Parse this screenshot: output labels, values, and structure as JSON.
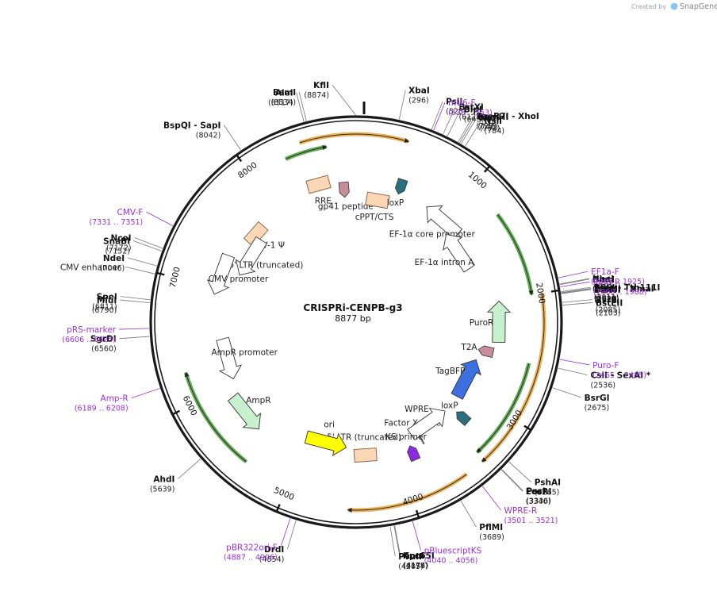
{
  "header": {
    "credit_prefix": "Created by",
    "credit_brand": "SnapGene"
  },
  "plasmid": {
    "name": "CRISPRi-CENPB-g3",
    "length_label": "8877 bp",
    "length": 8877
  },
  "scale_ticks": [
    {
      "label": "1000",
      "bp": 1000
    },
    {
      "label": "2000",
      "bp": 2000
    },
    {
      "label": "3000",
      "bp": 3000
    },
    {
      "label": "4000",
      "bp": 4000
    },
    {
      "label": "5000",
      "bp": 5000
    },
    {
      "label": "6000",
      "bp": 6000
    },
    {
      "label": "7000",
      "bp": 7000
    },
    {
      "label": "8000",
      "bp": 8000
    }
  ],
  "sites": [
    {
      "name": "KflI",
      "pos": "(8874)",
      "bp": 8874,
      "side": "left"
    },
    {
      "name": "XbaI",
      "pos": "(296)",
      "bp": 296,
      "side": "right"
    },
    {
      "name": "BsmI",
      "pos": "(8534)",
      "bp": 8534,
      "side": "left"
    },
    {
      "name": "AleI",
      "pos": "(8517)",
      "bp": 8517,
      "side": "left"
    },
    {
      "name": "PsiI",
      "pos": "(528)",
      "bp": 528,
      "side": "right"
    },
    {
      "name": "BspQI  - SapI",
      "pos": "(8042)",
      "bp": 8042,
      "side": "left"
    },
    {
      "name": "BstXI",
      "pos": "(612)",
      "bp": 612,
      "side": "right"
    },
    {
      "name": "BlpI",
      "pos": "(645)",
      "bp": 645,
      "side": "right"
    },
    {
      "name": "PaeR7I  - XhoI",
      "pos": "(729)",
      "bp": 729,
      "side": "right"
    },
    {
      "name": "BamHI",
      "pos": "(740)",
      "bp": 740,
      "side": "right"
    },
    {
      "name": "NotI",
      "pos": "(752)",
      "bp": 752,
      "side": "right"
    },
    {
      "name": "NsiI",
      "pos": "(784)",
      "bp": 784,
      "side": "right"
    },
    {
      "name": "NcoI",
      "pos": "(7172)",
      "bp": 7172,
      "side": "left"
    },
    {
      "name": "SnaBI",
      "pos": "(7152)",
      "bp": 7152,
      "side": "left"
    },
    {
      "name": "NdeI",
      "pos": "(7046)",
      "bp": 7046,
      "side": "left"
    },
    {
      "name": "NheI",
      "pos": "(1958)",
      "bp": 1958,
      "side": "right"
    },
    {
      "name": "BmtI",
      "pos": "(1962)",
      "bp": 1962,
      "side": "right"
    },
    {
      "name": "PflFI  - Tth111I",
      "pos": "(2011)",
      "bp": 2011,
      "side": "right"
    },
    {
      "name": "TspMI  - XmaI",
      "pos": "(2018)",
      "bp": 2018,
      "side": "right"
    },
    {
      "name": "SmaI",
      "pos": "(2020)",
      "bp": 2020,
      "side": "right"
    },
    {
      "name": "BsiWI",
      "pos": "(2025)",
      "bp": 2025,
      "side": "right"
    },
    {
      "name": "RsrII",
      "pos": "(2085)",
      "bp": 2085,
      "side": "right"
    },
    {
      "name": "BstEII",
      "pos": "(2103)",
      "bp": 2103,
      "side": "right"
    },
    {
      "name": "SpeI",
      "pos": "(6811)",
      "bp": 6811,
      "side": "left"
    },
    {
      "name": "MluI",
      "pos": "(6790)",
      "bp": 6790,
      "side": "left"
    },
    {
      "name": "SgrDI",
      "pos": "(6560)",
      "bp": 6560,
      "side": "left"
    },
    {
      "name": "CsiI  - SexAI *",
      "pos": "(2536)",
      "bp": 2536,
      "side": "right"
    },
    {
      "name": "BsrGI",
      "pos": "(2675)",
      "bp": 2675,
      "side": "right"
    },
    {
      "name": "AhdI",
      "pos": "(5639)",
      "bp": 5639,
      "side": "left"
    },
    {
      "name": "PshAI",
      "pos": "(3265)",
      "bp": 3265,
      "side": "right"
    },
    {
      "name": "PacI",
      "pos": "(3336)",
      "bp": 3336,
      "side": "right"
    },
    {
      "name": "EcoRI",
      "pos": "(3340)",
      "bp": 3340,
      "side": "right"
    },
    {
      "name": "PflMI",
      "pos": "(3689)",
      "bp": 3689,
      "side": "right"
    },
    {
      "name": "Acc65I",
      "pos": "(4174)",
      "bp": 4174,
      "side": "right"
    },
    {
      "name": "KpnI",
      "pos": "(4178)",
      "bp": 4178,
      "side": "right"
    },
    {
      "name": "PvuII",
      "pos": "(4205)",
      "bp": 4205,
      "side": "right"
    },
    {
      "name": "DrdI",
      "pos": "(4854)",
      "bp": 4854,
      "side": "left"
    }
  ],
  "primers": [
    {
      "name": "mU6-F",
      "pos": "(533 .. 553)",
      "bp": 543,
      "side": "right"
    },
    {
      "name": "EF1a-F",
      "pos": "(1905 .. 1925)",
      "bp": 1915,
      "side": "right"
    },
    {
      "name": "Puro-R",
      "pos": "(1969 .. 1988)",
      "bp": 1978,
      "side": "right"
    },
    {
      "name": "Puro-F",
      "pos": "(2465 .. 2485)",
      "bp": 2475,
      "side": "right"
    },
    {
      "name": "WPRE-R",
      "pos": "(3501 .. 3521)",
      "bp": 3511,
      "side": "right"
    },
    {
      "name": "pBluescriptKS",
      "pos": "(4040 .. 4056)",
      "bp": 4048,
      "side": "right"
    },
    {
      "name": "pBR322ori-F",
      "pos": "(4887 .. 4906)",
      "bp": 4896,
      "side": "left"
    },
    {
      "name": "Amp-R",
      "pos": "(6189 .. 6208)",
      "bp": 6198,
      "side": "left"
    },
    {
      "name": "pRS-marker",
      "pos": "(6606 .. 6625)",
      "bp": 6615,
      "side": "left"
    },
    {
      "name": "CMV-F",
      "pos": "(7331 .. 7351)",
      "bp": 7341,
      "side": "left"
    }
  ],
  "boxed_labels": [
    {
      "name": "CMV enhancer",
      "bp": 6990
    }
  ],
  "features": [
    {
      "name": "RRE",
      "kind": "box",
      "color": "#fbd7b5",
      "bp": 8500
    },
    {
      "name": "gp41 peptide",
      "kind": "pentagon",
      "color": "#c98c9a",
      "bp": 8750
    },
    {
      "name": "cPPT/CTS",
      "kind": "box",
      "color": "#fbd7b5",
      "bp": 245
    },
    {
      "name": "loxP",
      "kind": "pentagon",
      "color": "#2a6f7f",
      "bp": 450
    },
    {
      "name": "HIV-1 Ψ",
      "kind": "box",
      "color": "#fbd7b5",
      "bp": 7675
    },
    {
      "name": "5' LTR (truncated)",
      "kind": "arrow",
      "color": "#ffffff",
      "bp": 7450
    },
    {
      "name": "CMV promoter",
      "kind": "arrow",
      "color": "#ffffff",
      "bp": 7150
    },
    {
      "name": "EF-1α core promoter",
      "kind": "arrow",
      "color": "#ffffff",
      "bp": 1010
    },
    {
      "name": "EF-1α intron A",
      "kind": "arrow",
      "color": "#ffffff",
      "bp": 1380
    },
    {
      "name": "PuroR",
      "kind": "arrow",
      "color": "#c7f0cf",
      "bp": 2230
    },
    {
      "name": "T2A",
      "kind": "pentagon",
      "color": "#c98c9a",
      "bp": 2530
    },
    {
      "name": "TagBFP",
      "kind": "arrow",
      "color": "#3d6fe0",
      "bp": 2900
    },
    {
      "name": "loxP",
      "kind": "pentagon",
      "color": "#2a6f7f",
      "bp": 3250
    },
    {
      "name": "Factor Xa site",
      "kind": "tick",
      "color": "#555555",
      "bp": 3720
    },
    {
      "name": "WPRE",
      "kind": "arrow",
      "color": "#ffffff",
      "bp": 3580
    },
    {
      "name": "KS primer",
      "kind": "pentagon",
      "color": "#8a2be2",
      "bp": 3860
    },
    {
      "name": "5' LTR (truncated)",
      "kind": "box",
      "color": "#fbd7b5",
      "bp": 4340
    },
    {
      "name": "ori",
      "kind": "arrow",
      "color": "#ffff00",
      "bp": 4800
    },
    {
      "name": "AmpR",
      "kind": "arrow",
      "color": "#c7f0cf",
      "bp": 5700
    },
    {
      "name": "AmpR promoter",
      "kind": "arrow",
      "color": "#ffffff",
      "bp": 6280
    }
  ],
  "orf_arcs": [
    {
      "from": 8445,
      "to": 400,
      "color": "#e8a440"
    },
    {
      "from": 8300,
      "to": 8640,
      "color": "#43a040"
    },
    {
      "from": 1300,
      "to": 2000,
      "color": "#43a040"
    },
    {
      "from": 2000,
      "to": 3400,
      "color": "#e8a440"
    },
    {
      "from": 2550,
      "to": 3380,
      "color": "#43a040"
    },
    {
      "from": 3550,
      "to": 4500,
      "color": "#e8a440"
    },
    {
      "from": 5380,
      "to": 6250,
      "color": "#43a040"
    }
  ]
}
